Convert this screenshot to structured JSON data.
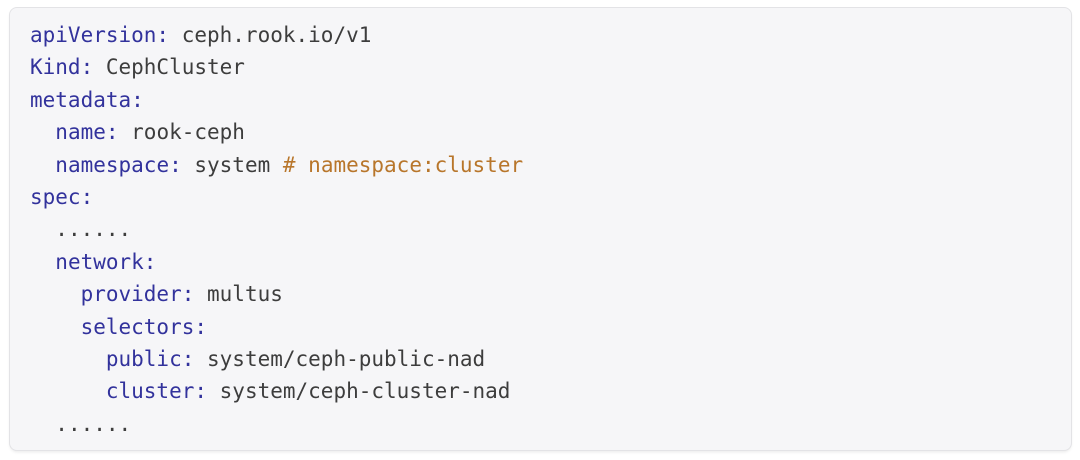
{
  "code_block": {
    "language": "yaml",
    "colors": {
      "page_bg": "#ffffff",
      "panel_bg": "#f6f6f8",
      "panel_border": "#e3e3e6",
      "key": "#32329c",
      "value": "#3d3d3d",
      "comment": "#b8762b"
    },
    "lines": [
      {
        "indent": 0,
        "tokens": [
          {
            "type": "key",
            "text": "apiVersion:"
          },
          {
            "type": "value",
            "text": " ceph.rook.io/v1"
          }
        ]
      },
      {
        "indent": 0,
        "tokens": [
          {
            "type": "key",
            "text": "Kind:"
          },
          {
            "type": "value",
            "text": " CephCluster"
          }
        ]
      },
      {
        "indent": 0,
        "tokens": [
          {
            "type": "key",
            "text": "metadata:"
          }
        ]
      },
      {
        "indent": 2,
        "tokens": [
          {
            "type": "key",
            "text": "name:"
          },
          {
            "type": "value",
            "text": " rook-ceph"
          }
        ]
      },
      {
        "indent": 2,
        "tokens": [
          {
            "type": "key",
            "text": "namespace:"
          },
          {
            "type": "value",
            "text": " system "
          },
          {
            "type": "comment",
            "text": "# namespace:cluster"
          }
        ]
      },
      {
        "indent": 0,
        "tokens": [
          {
            "type": "key",
            "text": "spec:"
          }
        ]
      },
      {
        "indent": 2,
        "tokens": [
          {
            "type": "dots",
            "text": "......"
          }
        ]
      },
      {
        "indent": 2,
        "tokens": [
          {
            "type": "key",
            "text": "network:"
          }
        ]
      },
      {
        "indent": 4,
        "tokens": [
          {
            "type": "key",
            "text": "provider:"
          },
          {
            "type": "value",
            "text": " multus"
          }
        ]
      },
      {
        "indent": 4,
        "tokens": [
          {
            "type": "key",
            "text": "selectors:"
          }
        ]
      },
      {
        "indent": 6,
        "tokens": [
          {
            "type": "key",
            "text": "public:"
          },
          {
            "type": "value",
            "text": " system/ceph-public-nad"
          }
        ]
      },
      {
        "indent": 6,
        "tokens": [
          {
            "type": "key",
            "text": "cluster:"
          },
          {
            "type": "value",
            "text": " system/ceph-cluster-nad"
          }
        ]
      },
      {
        "indent": 2,
        "tokens": [
          {
            "type": "dots",
            "text": "......"
          }
        ]
      }
    ]
  }
}
